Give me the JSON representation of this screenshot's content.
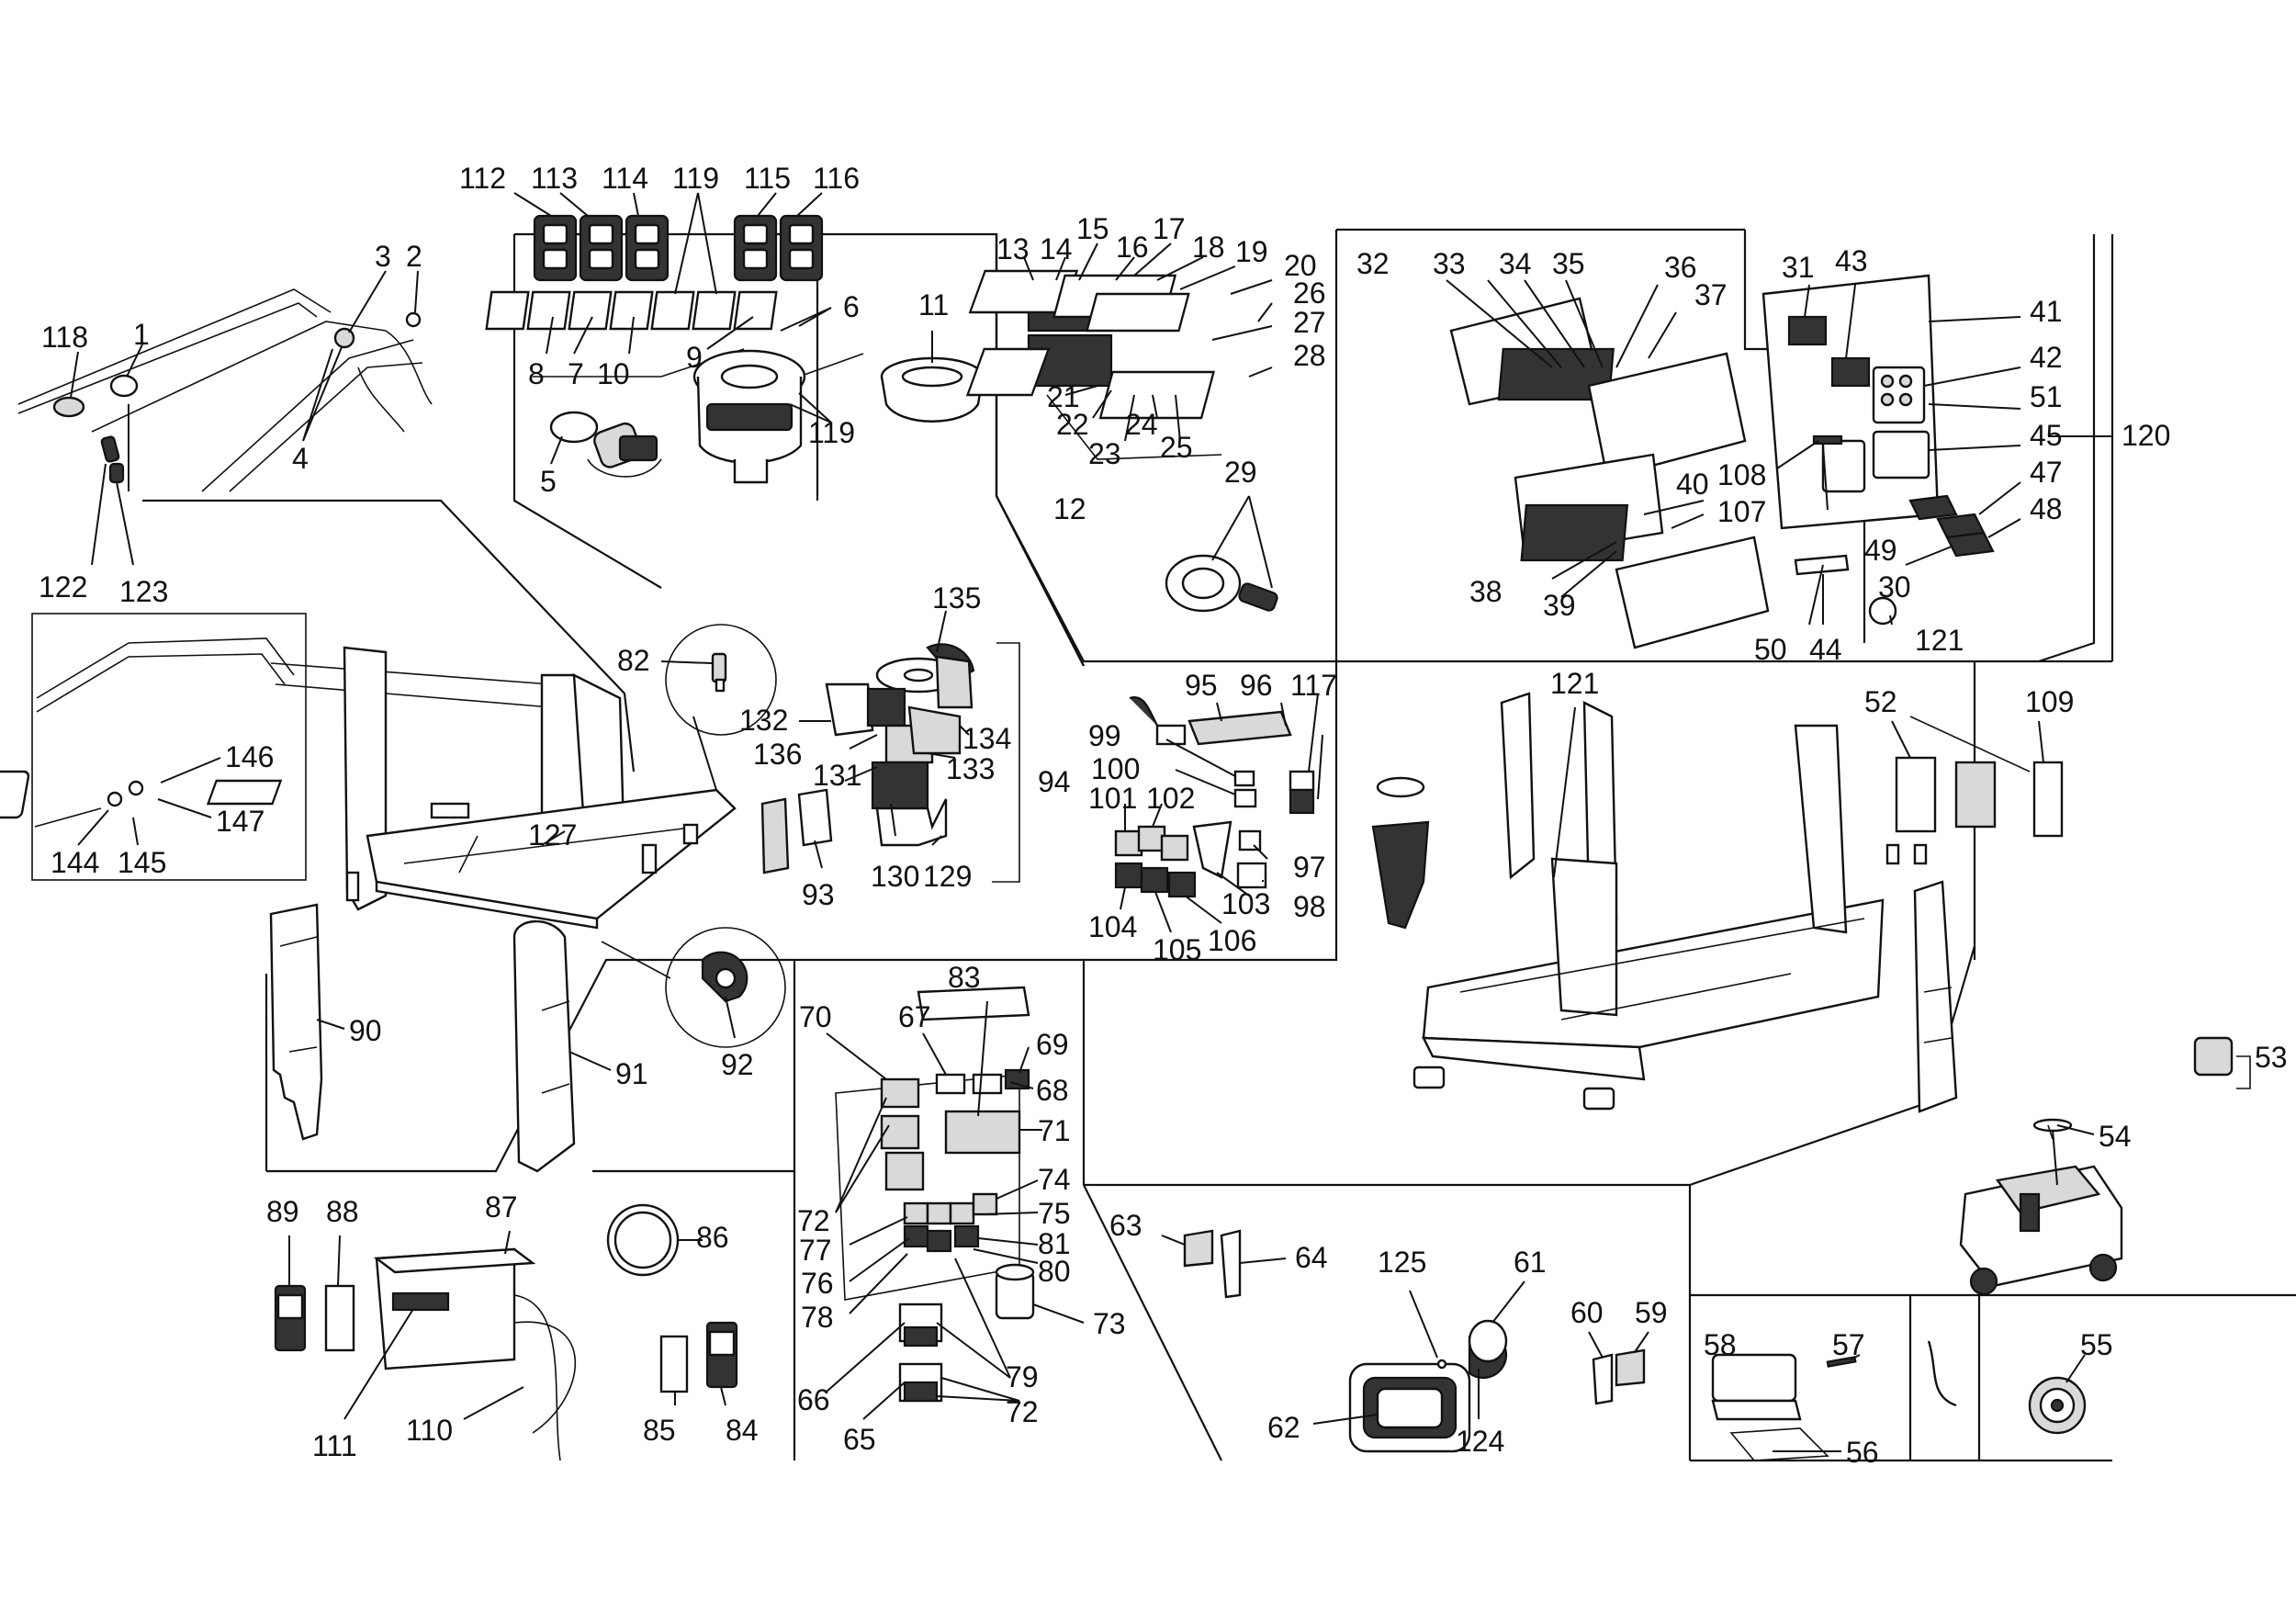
{
  "labels": {
    "l1": "1",
    "l2": "2",
    "l3": "3",
    "l4": "4",
    "l5": "5",
    "l6": "6",
    "l7": "7",
    "l8": "8",
    "l9": "9",
    "l10": "10",
    "l11": "11",
    "l12": "12",
    "l13": "13",
    "l14": "14",
    "l15": "15",
    "l16": "16",
    "l17": "17",
    "l18": "18",
    "l19": "19",
    "l20": "20",
    "l21": "21",
    "l22": "22",
    "l23": "23",
    "l24": "24",
    "l25": "25",
    "l26": "26",
    "l27": "27",
    "l28": "28",
    "l29": "29",
    "l30": "30",
    "l31": "31",
    "l32": "32",
    "l33": "33",
    "l34": "34",
    "l35": "35",
    "l36": "36",
    "l37": "37",
    "l38": "38",
    "l39": "39",
    "l40": "40",
    "l41": "41",
    "l42": "42",
    "l43": "43",
    "l44": "44",
    "l45": "45",
    "l47": "47",
    "l48": "48",
    "l49": "49",
    "l50": "50",
    "l51": "51",
    "l52": "52",
    "l53": "53",
    "l54": "54",
    "l55": "55",
    "l56": "56",
    "l57": "57",
    "l58": "58",
    "l59": "59",
    "l60": "60",
    "l61": "61",
    "l62": "62",
    "l63": "63",
    "l64": "64",
    "l65": "65",
    "l66": "66",
    "l67": "67",
    "l68": "68",
    "l69": "69",
    "l70": "70",
    "l71": "71",
    "l72a": "72",
    "l72b": "72",
    "l73": "73",
    "l74": "74",
    "l75": "75",
    "l76": "76",
    "l77": "77",
    "l78": "78",
    "l79": "79",
    "l80": "80",
    "l81": "81",
    "l82": "82",
    "l83": "83",
    "l84": "84",
    "l85": "85",
    "l86": "86",
    "l87": "87",
    "l88": "88",
    "l89": "89",
    "l90": "90",
    "l91": "91",
    "l92": "92",
    "l93": "93",
    "l94": "94",
    "l95": "95",
    "l96": "96",
    "l97": "97",
    "l98": "98",
    "l99": "99",
    "l100": "100",
    "l101": "101",
    "l102": "102",
    "l103": "103",
    "l104": "104",
    "l105": "105",
    "l106": "106",
    "l107": "107",
    "l108": "108",
    "l109": "109",
    "l110": "110",
    "l111": "111",
    "l112": "112",
    "l113": "113",
    "l114": "114",
    "l115": "115",
    "l116": "116",
    "l117": "117",
    "l118": "118",
    "l119a": "119",
    "l119b": "119",
    "l120": "120",
    "l121a": "121",
    "l121b": "121",
    "l122": "122",
    "l123": "123",
    "l124": "124",
    "l125": "125",
    "l127": "127",
    "l129": "129",
    "l130": "130",
    "l131": "131",
    "l132": "132",
    "l133": "133",
    "l134": "134",
    "l135": "135",
    "l136": "136",
    "l144": "144",
    "l145": "145",
    "l146": "146",
    "l147": "147"
  }
}
